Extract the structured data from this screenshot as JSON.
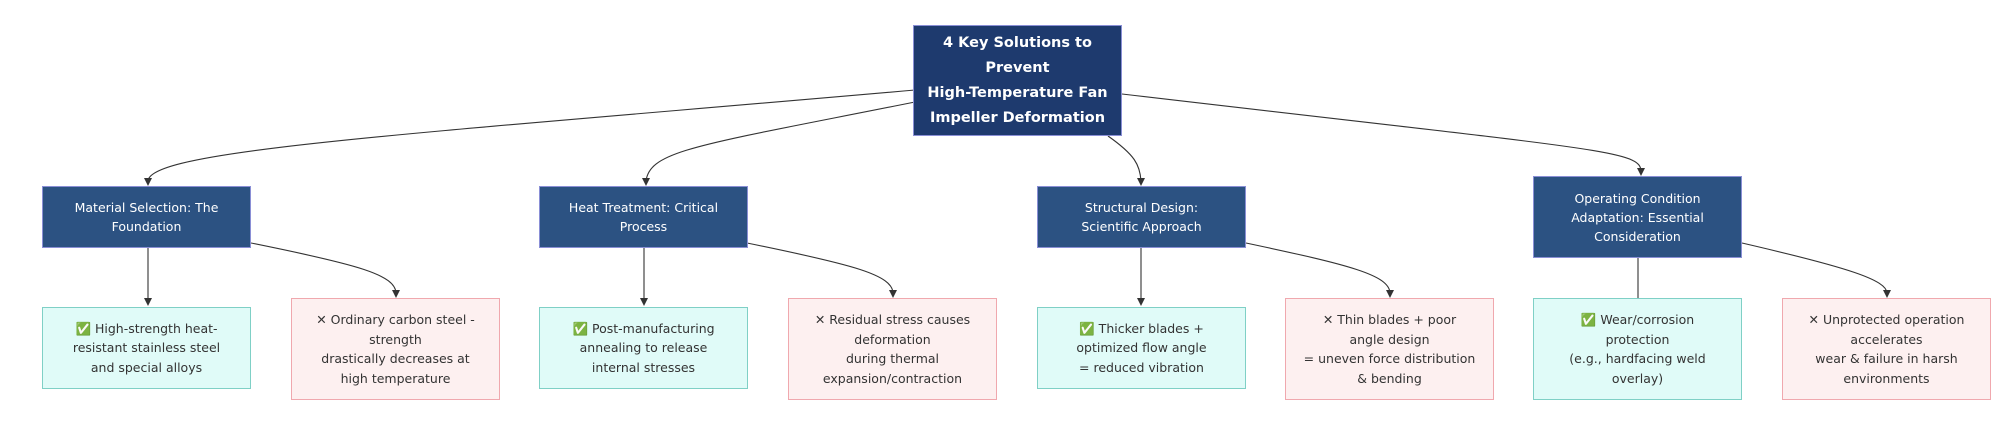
{
  "diagram": {
    "root": {
      "label": "4 Key Solutions to\nPrevent\nHigh-Temperature Fan\nImpeller Deformation"
    },
    "categories": [
      {
        "label": "Material Selection: The\nFoundation",
        "good": {
          "icon": "✅",
          "text": "✅ High-strength heat-\nresistant stainless steel\nand special alloys"
        },
        "bad": {
          "icon": "❌",
          "text": "✕ Ordinary carbon steel -\nstrength\ndrastically decreases at\nhigh temperature"
        }
      },
      {
        "label": "Heat Treatment: Critical\nProcess",
        "good": {
          "icon": "✅",
          "text": "✅ Post-manufacturing\nannealing to release\ninternal stresses"
        },
        "bad": {
          "icon": "❌",
          "text": "✕ Residual stress causes\ndeformation\nduring thermal\nexpansion/contraction"
        }
      },
      {
        "label": "Structural Design:\nScientific Approach",
        "good": {
          "icon": "✅",
          "text": "✅ Thicker blades +\noptimized flow angle\n= reduced vibration"
        },
        "bad": {
          "icon": "❌",
          "text": "✕ Thin blades + poor\nangle design\n= uneven force distribution\n& bending"
        }
      },
      {
        "label": "Operating Condition\nAdaptation: Essential\nConsideration",
        "good": {
          "icon": "✅",
          "text": "✅ Wear/corrosion\nprotection\n(e.g., hardfacing weld\noverlay)"
        },
        "bad": {
          "icon": "❌",
          "text": "✕ Unprotected operation\naccelerates\nwear & failure in harsh\nenvironments"
        }
      }
    ],
    "colors": {
      "root_fill": "#1e3a6e",
      "category_fill": "#2c5282",
      "good_fill": "#e0fbf8",
      "good_border": "#7fd0c6",
      "bad_fill": "#fdf0f0",
      "bad_border": "#f0a8ae",
      "edge": "#333333"
    }
  }
}
